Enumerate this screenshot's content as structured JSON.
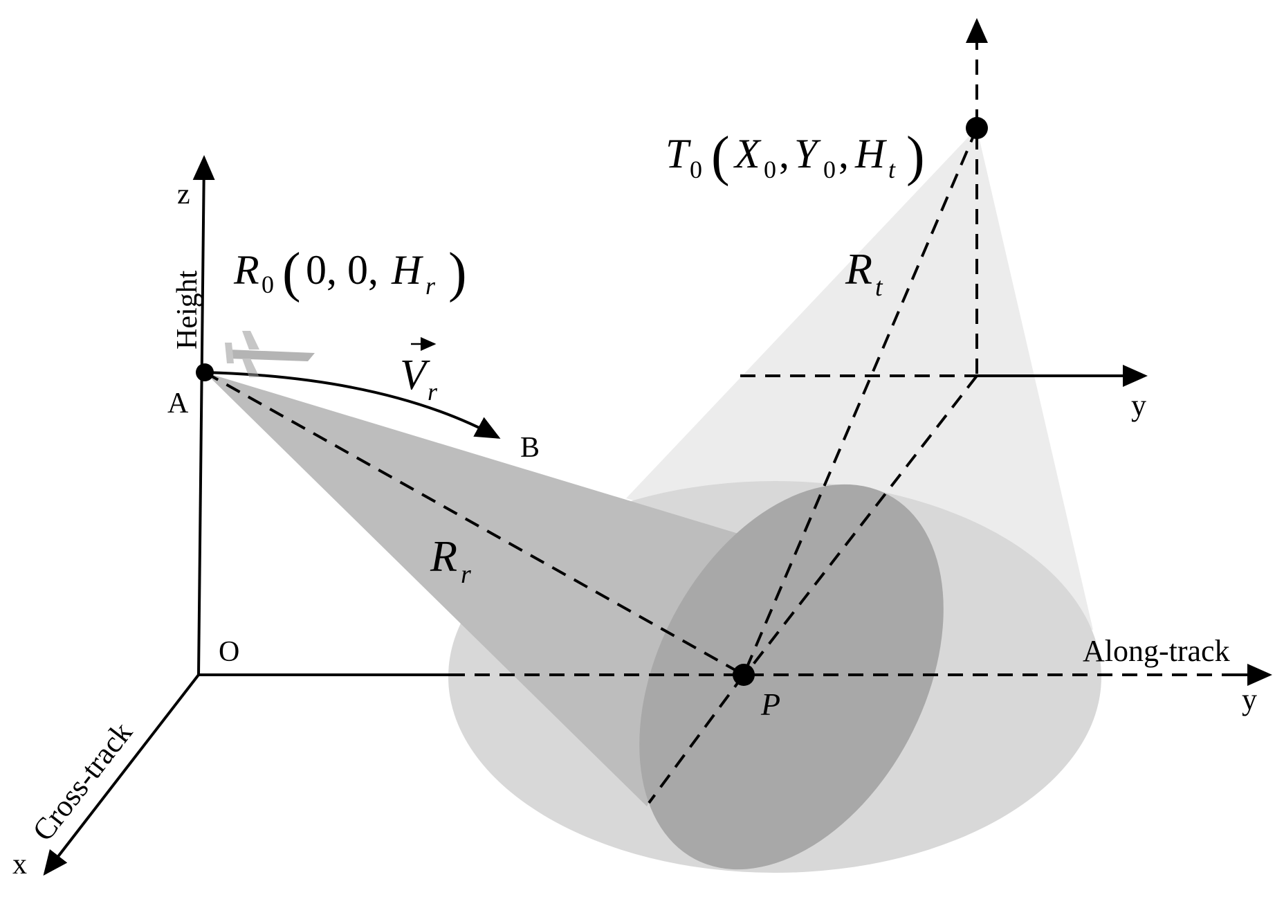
{
  "axes": {
    "z": "z",
    "height": "Height",
    "origin": "O",
    "along_track": "Along-track",
    "y_ground": "y",
    "y_upper": "y",
    "cross_track": "Cross-track",
    "x": "x"
  },
  "points": {
    "A": "A",
    "B": "B",
    "P": "P"
  },
  "receiver": {
    "symbol": "R",
    "sub": "0",
    "coords_a": "0, 0, ",
    "coords_h": "H",
    "coords_h_sub": "r"
  },
  "transmitter": {
    "symbol": "T",
    "sub": "0",
    "x": "X",
    "x_sub": "0",
    "y": "Y",
    "y_sub": "0",
    "h": "H",
    "h_sub": "t"
  },
  "velocity": {
    "symbol": "V",
    "sub": "r"
  },
  "ranges": {
    "receiver": {
      "symbol": "R",
      "sub": "r"
    },
    "transmitter": {
      "symbol": "R",
      "sub": "t"
    }
  },
  "colors": {
    "footprint_outer": "#d8d8d8",
    "footprint_inner": "#a8a8a8",
    "receiver_beam": "#bdbdbd",
    "transmitter_beam": "#ececec"
  }
}
